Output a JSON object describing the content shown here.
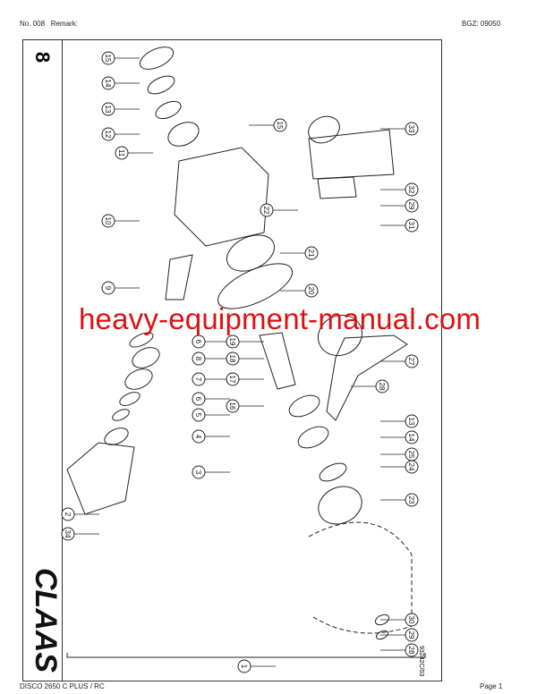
{
  "header": {
    "number": "No. 008",
    "remark": "Remark:",
    "bgz": "BGZ: 09050"
  },
  "footer": {
    "model": "DISCO 2650 C  PLUS / RC",
    "page": "Page 1"
  },
  "section_number": "8",
  "logo": "CLAAS",
  "drawing_code": "93242C/03",
  "watermark": "heavy-equipment-manual.com",
  "callouts": [
    "15",
    "14",
    "13",
    "12",
    "11",
    "10",
    "15",
    "33",
    "22",
    "32",
    "29",
    "31",
    "21",
    "20",
    "9",
    "6",
    "8",
    "19",
    "18",
    "7",
    "6",
    "5",
    "4",
    "3",
    "2",
    "34",
    "17",
    "16",
    "28",
    "27",
    "13",
    "14",
    "25",
    "24",
    "23",
    "30",
    "29",
    "28",
    "1"
  ]
}
